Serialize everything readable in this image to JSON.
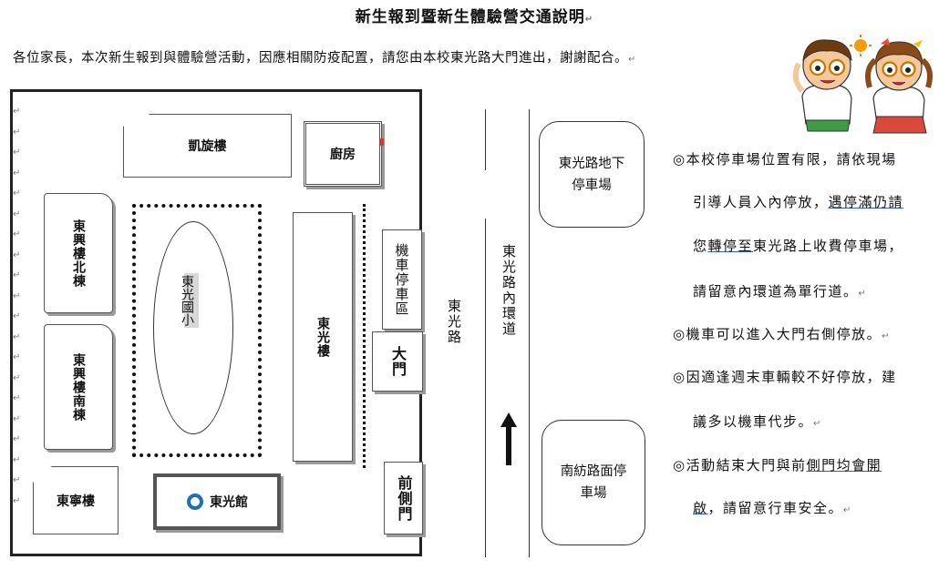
{
  "title": "新生報到暨新生體驗營交通說明",
  "intro": "各位家長，本次新生報到與體驗營活動，因應相關防疫配置，請您由本校東光路大門進出，謝謝配合。",
  "para_mark": "↵",
  "map": {
    "kaixuan": "凱旋樓",
    "kitchen": "廚房",
    "dongxing_north": "東興樓北棟",
    "dongxing_south": "東興樓南棟",
    "school": "東光國小",
    "dongguang_bldg": "東光樓",
    "moto_parking": "機車停車區",
    "main_gate": "大門",
    "front_side_gate": "前側門",
    "dongning": "東寧樓",
    "dongguang_hall": "東光館"
  },
  "roads": {
    "dongguang_road": "東光路",
    "inner_loop": "東光路內環道"
  },
  "parking": {
    "underground": "東光路地下停車場",
    "nanfang": "南紡路面停車場"
  },
  "notes": [
    {
      "prefix": "◎本校停車場位置有限，請依現場",
      "underline": "",
      "suffix": ""
    },
    {
      "prefix": "引導人員入內停放，",
      "underline": "遇停滿仍請",
      "suffix": ""
    },
    {
      "prefix": "您",
      "underline": "轉停至",
      "suffix": "東光路上收費停車場，"
    },
    {
      "prefix": "請留意內環道為單行道。",
      "underline": "",
      "suffix": ""
    },
    {
      "prefix": "◎機車可以進入大門右側停放。",
      "underline": "",
      "suffix": ""
    },
    {
      "prefix": "◎因適逢週末車輛較不好停放，建",
      "underline": "",
      "suffix": ""
    },
    {
      "prefix": "議多以機車代步。",
      "underline": "",
      "suffix": ""
    },
    {
      "prefix": "◎活動結束大門與前",
      "underline": "側門均會開",
      "suffix": ""
    },
    {
      "prefix": "",
      "underline": "啟",
      "suffix": "，請留意行車安全。"
    }
  ]
}
